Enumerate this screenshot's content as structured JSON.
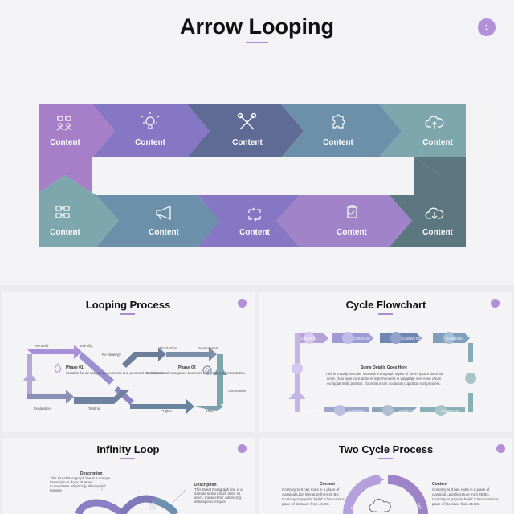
{
  "main": {
    "title": "Arrow Looping",
    "page_number": "1",
    "arrows": [
      {
        "label": "Content",
        "icon": "team-hierarchy-icon"
      },
      {
        "label": "Content",
        "icon": "lightbulb-icon"
      },
      {
        "label": "Content",
        "icon": "tools-icon"
      },
      {
        "label": "Content",
        "icon": "puzzle-icon"
      },
      {
        "label": "Content",
        "icon": "cloud-upload-icon"
      },
      {
        "label": "Content",
        "icon": "cloud-download-icon"
      },
      {
        "label": "Content",
        "icon": "checklist-icon"
      },
      {
        "label": "Content",
        "icon": "refresh-icon"
      },
      {
        "label": "Content",
        "icon": "megaphone-icon"
      },
      {
        "label": "Content",
        "icon": "flowchart-icon"
      }
    ]
  },
  "colors": {
    "purple": "#a77fc9",
    "violet": "#8577c4",
    "slate": "#5f6b94",
    "steel": "#6c8faa",
    "teal": "#7da6ad",
    "dark_teal": "#5c7780",
    "light_purple": "#a083c8"
  },
  "thumbs": {
    "looping": {
      "title": "Looping Process",
      "labels": [
        "Re Brief",
        "Identify",
        "Re Strategy",
        "Production",
        "Development",
        "Evaluation",
        "Testing",
        "Project",
        "View",
        "Generation"
      ],
      "phase1_title": "Phase 01",
      "phase1_text": "Suitable for all categories business and personal presentation",
      "phase2_title": "Phase 02",
      "phase2_text": "Suitable for all categories business and personal presentation"
    },
    "cycle": {
      "title": "Cycle Flowchart",
      "center_title": "Some Details Goes Here",
      "center_text_1": "This is a Body Sample Text with Paragraph styles of lorem ipsum dolor sit",
      "center_text_2": "amet. Duis aute irure dolor in reprehenderit in voluptate velit esse cillum",
      "center_text_3": "eu fugiat nulla pariatur. Excepteur sint occaecat cupidatat non proident.",
      "labels": [
        "Content 01",
        "Content 02",
        "Content 03",
        "Content 04",
        "Content 05",
        "Content 06",
        "Content 07",
        "Content 08"
      ]
    },
    "infinity": {
      "title": "Infinity Loop",
      "left_title": "Description",
      "left_text": [
        "This Great Paragraph line is a sample",
        "lorem ipsum dolor sit amet.",
        "Consectetur adipiscing elitsuspend",
        "tempus"
      ],
      "right_title": "Description",
      "right_text": [
        "This Great Paragraph line is a",
        "sample lorem ipsum dolor sit",
        "amet. Consectetur adipiscing",
        "elitsuspend tempus"
      ]
    },
    "two_cycle": {
      "title": "Two Cycle Process",
      "left_title": "Content",
      "left_text": [
        "Contrary to It has roots in a place of",
        "classical Latin literature from 45 BC.",
        "Contrary to popular belief It has roots in a",
        "place of literature from 45 BC."
      ],
      "right_title": "Content",
      "right_text": [
        "Contrary to It has roots in a place of",
        "classical Latin literature from 45 BC.",
        "Contrary to popular belief It has roots in a",
        "place of literature from 45 BC."
      ],
      "ring_label_left": "One",
      "ring_label_right": "Two"
    }
  }
}
